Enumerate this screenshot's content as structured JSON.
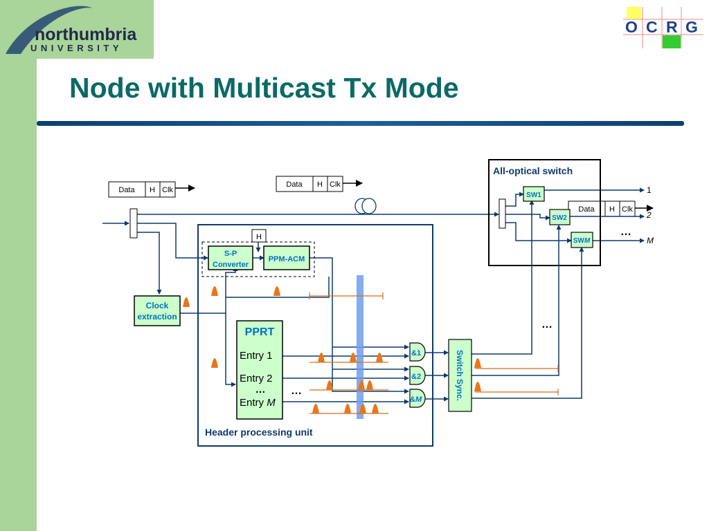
{
  "header": {
    "logo_main": "northumbria",
    "logo_sub": "UNIVERSITY",
    "title": "Node with Multicast Tx Mode",
    "ocrg_letters": [
      "O",
      "C",
      "R",
      "G"
    ]
  },
  "diagram": {
    "packet_fields": {
      "data": "Data",
      "header": "H",
      "clock": "Clk"
    },
    "header_field": "H",
    "sp_converter": [
      "S-P",
      "Converter"
    ],
    "ppm_acm": "PPM-ACM",
    "clock_extraction": [
      "Clock",
      "extraction"
    ],
    "pprt": {
      "title": "PPRT",
      "entry1": "Entry 1",
      "entry2": "Entry 2",
      "entry_m_prefix": "Entry ",
      "entry_m_var": "M"
    },
    "and_gates": [
      {
        "prefix": "&",
        "index": "1"
      },
      {
        "prefix": "&",
        "index": "2"
      },
      {
        "prefix": "&",
        "index": "M"
      }
    ],
    "switch_sync": "Switch Sync.",
    "header_processing_unit": "Header processing unit",
    "all_optical_switch": "All-optical switch",
    "switches": [
      {
        "prefix": "SW",
        "index": "1"
      },
      {
        "prefix": "SW",
        "index": "2"
      },
      {
        "prefix": "SW",
        "index": "M"
      }
    ],
    "outputs": [
      "1",
      "2",
      "M"
    ],
    "ellipsis": "…",
    "colors": {
      "line": "#0d3a6a",
      "green_fill": "#ccffcc",
      "label_blue": "#0070c0",
      "pulse": "#e8761a",
      "bar": "#6f9ef0",
      "bracket": "#d86a1e"
    }
  }
}
